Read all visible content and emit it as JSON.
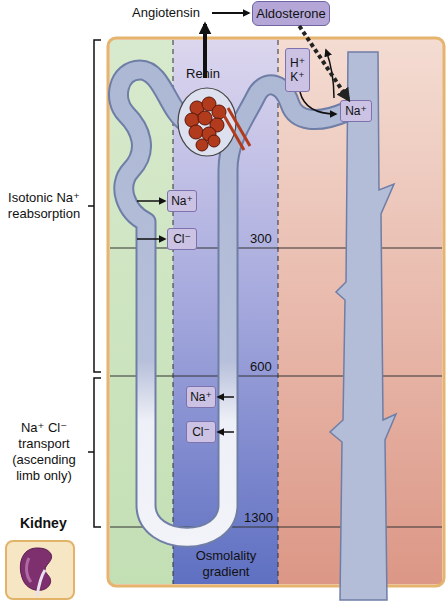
{
  "diagram": {
    "nodes": [
      {
        "text": [
          "Aldosterone"
        ]
      },
      {
        "text": [
          "H⁺ K⁺"
        ]
      },
      {
        "text": [
          "Na⁺"
        ]
      },
      {
        "text": [
          "Na⁺"
        ]
      },
      {
        "text": [
          "Cl⁻"
        ]
      },
      {
        "text": [
          "Na⁺"
        ]
      },
      {
        "text": [
          "Cl⁻"
        ]
      },
      {
        "text": [
          "Kidney"
        ]
      }
    ],
    "edges": [
      {
        "from": 0,
        "to": 2,
        "arrow": "to"
      }
    ],
    "labels": [
      "Angiotensin",
      "Renin",
      "300",
      "600",
      "1300",
      "Isotonic Na⁺ reabsorption",
      "Na⁺ Cl⁻ transport (ascending limb only)",
      "Osmolality gradient"
    ]
  }
}
